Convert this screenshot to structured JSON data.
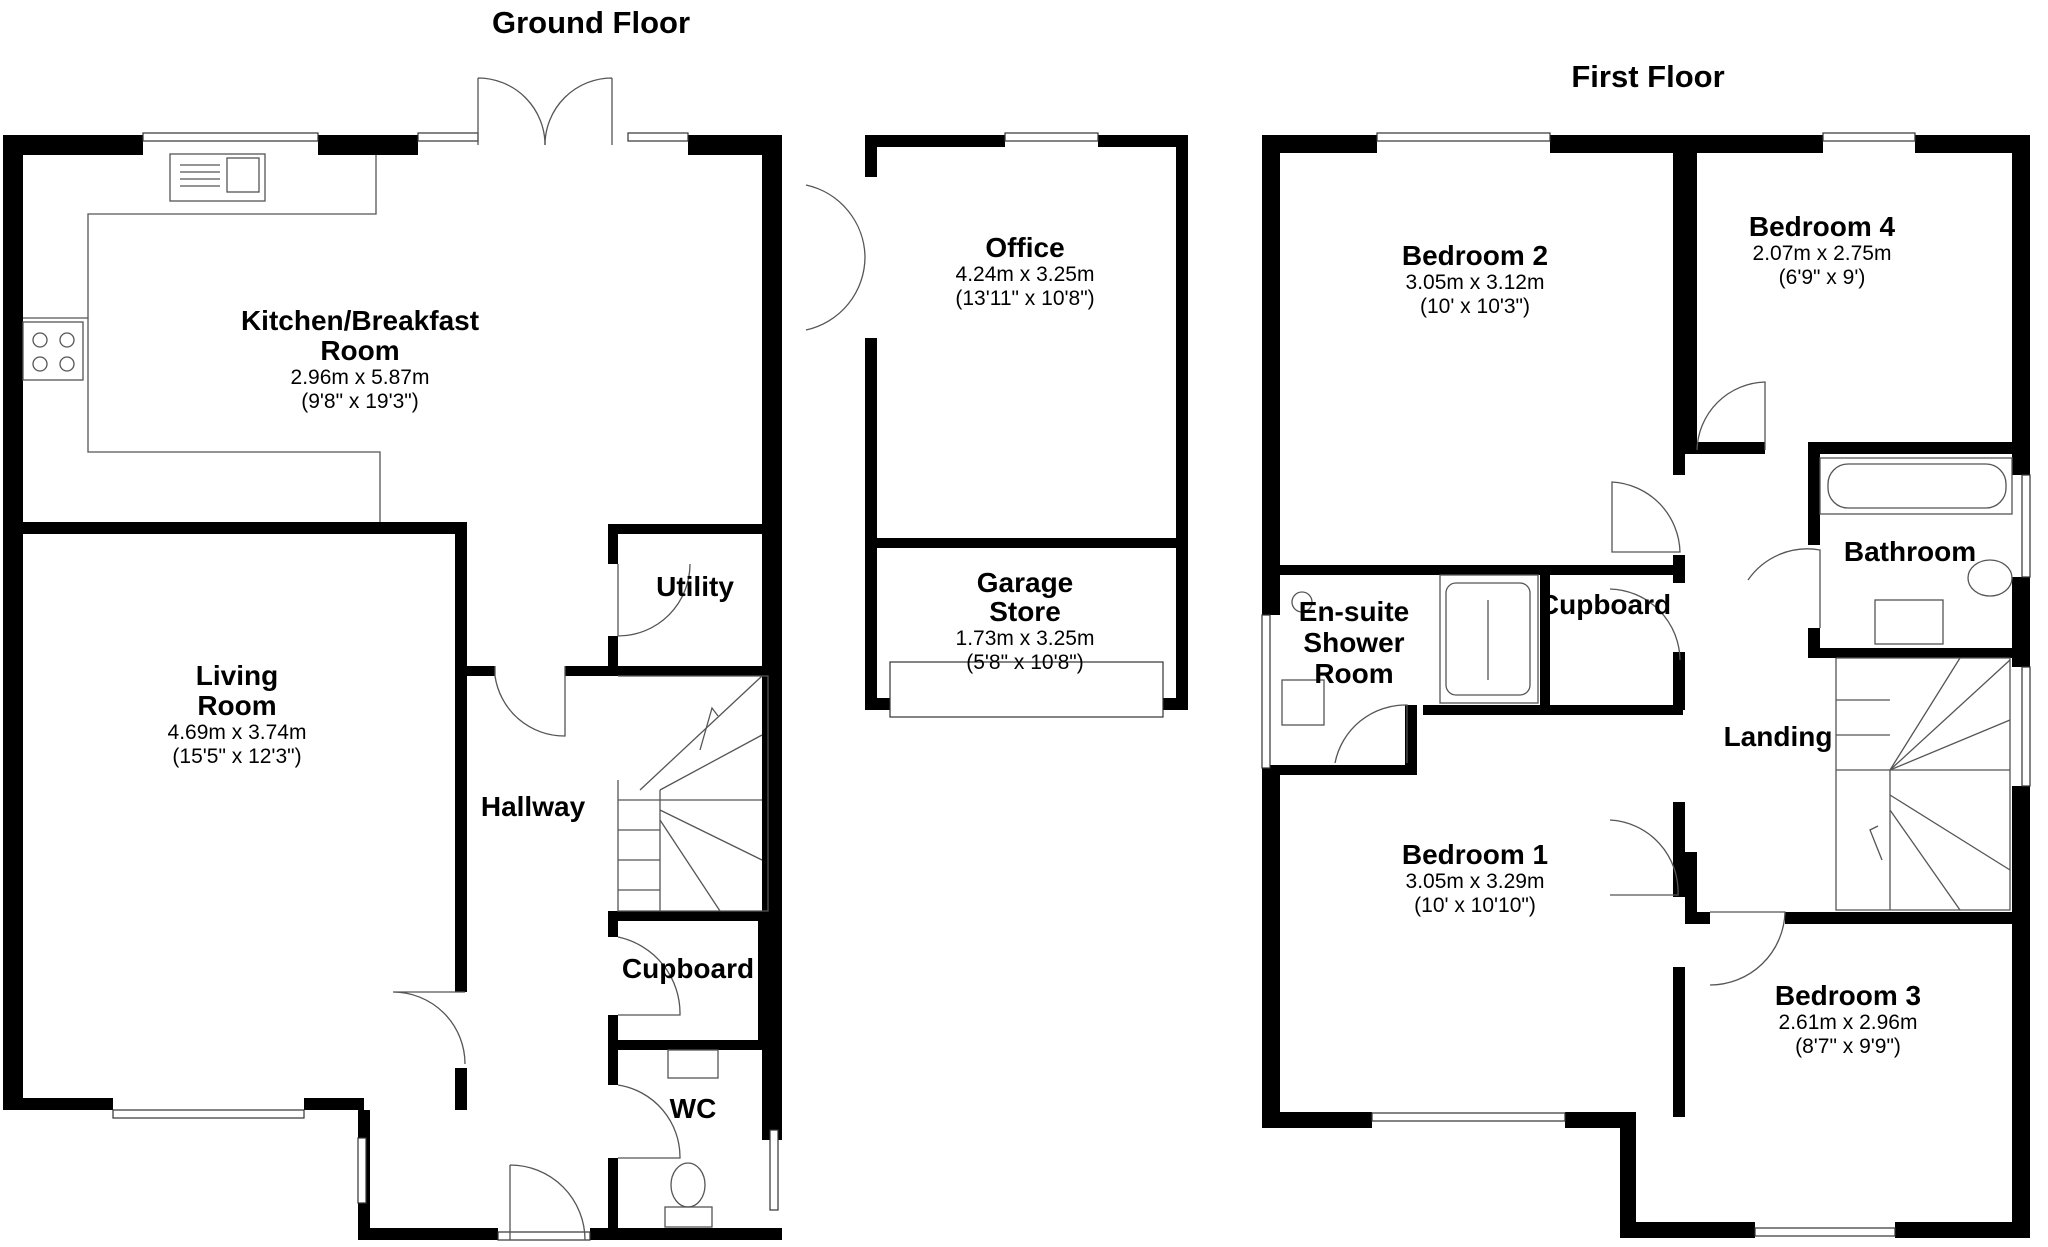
{
  "titles": {
    "ground": "Ground Floor",
    "first": "First Floor"
  },
  "ground": {
    "kitchen": {
      "name1": "Kitchen/Breakfast",
      "name2": "Room",
      "metric": "2.96m x 5.87m",
      "imperial": "(9'8\" x 19'3\")"
    },
    "living": {
      "name1": "Living",
      "name2": "Room",
      "metric": "4.69m x 3.74m",
      "imperial": "(15'5\" x 12'3\")"
    },
    "utility": {
      "name": "Utility"
    },
    "hallway": {
      "name": "Hallway"
    },
    "cupboard": {
      "name": "Cupboard"
    },
    "wc": {
      "name": "WC"
    },
    "office": {
      "name": "Office",
      "metric": "4.24m x 3.25m",
      "imperial": "(13'11\" x 10'8\")"
    },
    "garage_store": {
      "name1": "Garage",
      "name2": "Store",
      "metric": "1.73m x 3.25m",
      "imperial": "(5'8\" x 10'8\")"
    }
  },
  "first": {
    "bedroom2": {
      "name": "Bedroom 2",
      "metric": "3.05m x 3.12m",
      "imperial": "(10' x 10'3\")"
    },
    "bedroom4": {
      "name": "Bedroom 4",
      "metric": "2.07m x 2.75m",
      "imperial": "(6'9\" x 9')"
    },
    "bathroom": {
      "name": "Bathroom"
    },
    "ensuite": {
      "name1": "En-suite",
      "name2": "Shower",
      "name3": "Room"
    },
    "cupboard": {
      "name": "Cupboard"
    },
    "landing": {
      "name": "Landing"
    },
    "bedroom1": {
      "name": "Bedroom 1",
      "metric": "3.05m x 3.29m",
      "imperial": "(10' x 10'10\")"
    },
    "bedroom3": {
      "name": "Bedroom 3",
      "metric": "2.61m x 2.96m",
      "imperial": "(8'7\" x 9'9\")"
    }
  }
}
